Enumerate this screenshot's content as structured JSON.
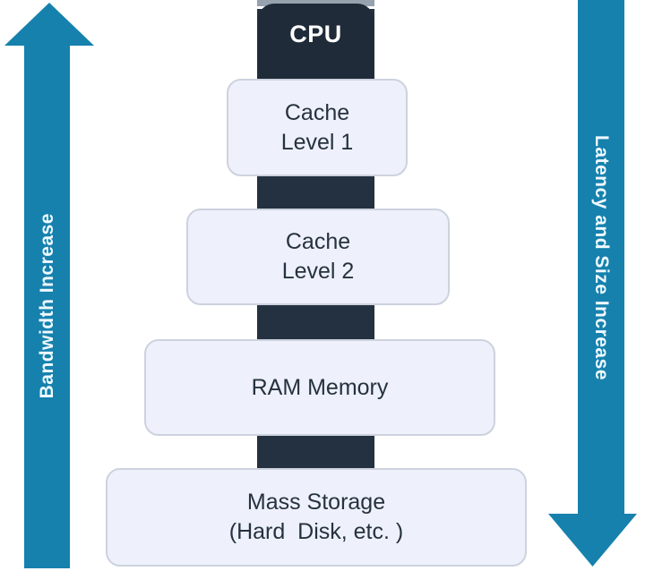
{
  "diagram": {
    "type": "memory-hierarchy",
    "cpu_box": {
      "label": "CPU"
    },
    "levels": [
      {
        "id": "cache-level-1",
        "lines": [
          "Cache",
          "Level 1"
        ]
      },
      {
        "id": "cache-level-2",
        "lines": [
          "Cache",
          "Level 2"
        ]
      },
      {
        "id": "ram-memory",
        "lines": [
          "RAM Memory"
        ]
      },
      {
        "id": "mass-storage",
        "lines": [
          "Mass Storage",
          "(Hard  Disk, etc. )"
        ]
      }
    ],
    "left_arrow": {
      "label": "Bandwidth Increase",
      "direction": "up"
    },
    "right_arrow": {
      "label": "Latency and Size Increase",
      "direction": "down"
    },
    "colors": {
      "arrow_blue": "#1681ad",
      "dark_navy": "#1f2b39",
      "spine_navy": "#233140",
      "box_fill": "#eef1fb",
      "box_border": "#cdd2de",
      "box_text": "#26323f",
      "arrow_text": "#eef9ff"
    }
  }
}
